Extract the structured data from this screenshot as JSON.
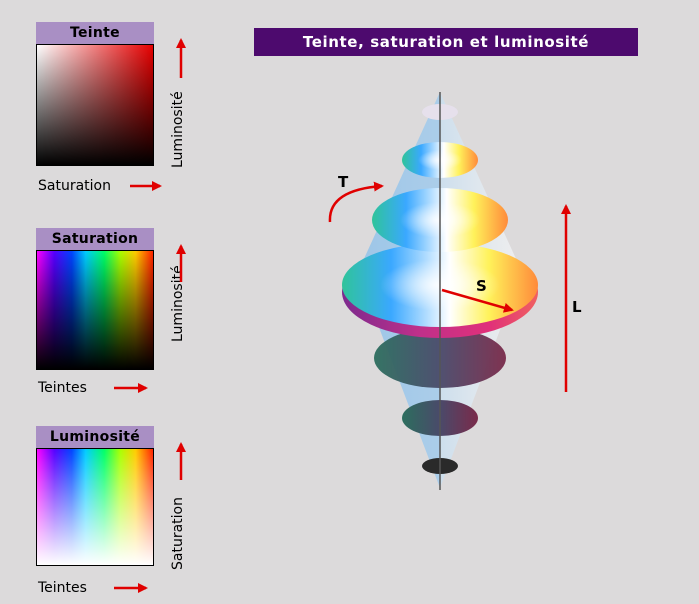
{
  "title": "Teinte, saturation et luminosité",
  "panels": [
    {
      "title": "Teinte",
      "vertical_label": "Luminosité",
      "horizontal_label": "Saturation"
    },
    {
      "title": "Saturation",
      "vertical_label": "Luminosité",
      "horizontal_label": "Teintes"
    },
    {
      "title": "Luminosité",
      "vertical_label": "Saturation",
      "horizontal_label": "Teintes"
    }
  ],
  "diagram": {
    "hue_label": "T",
    "saturation_label": "S",
    "lightness_label": "L"
  },
  "colors": {
    "background": "#dcdadb",
    "panel_title_bg": "#a98fc4",
    "main_title_bg": "#4d0a6e",
    "arrow": "#e00000"
  }
}
